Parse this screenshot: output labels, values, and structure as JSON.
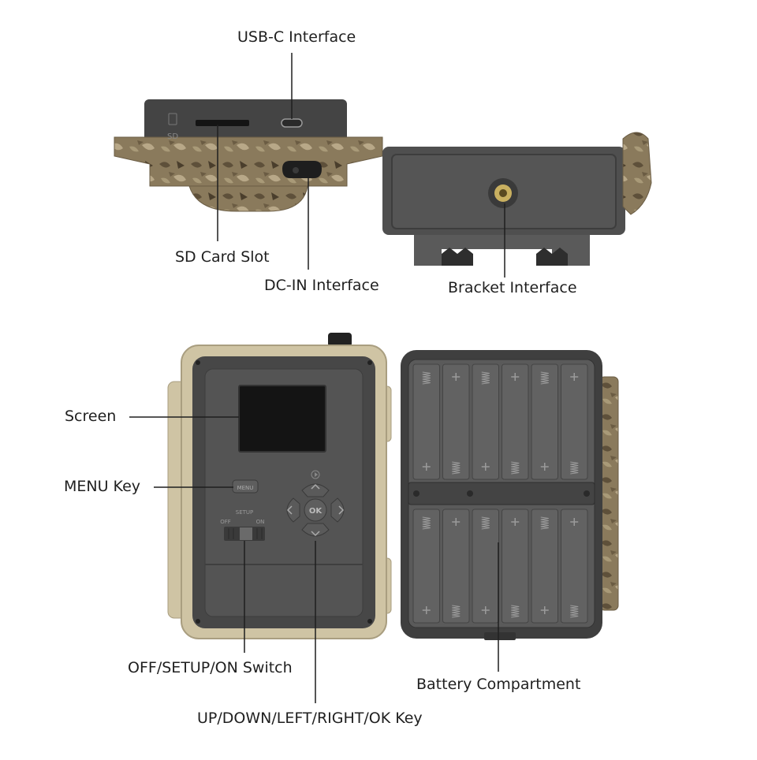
{
  "labels": {
    "usbc": "USB-C Interface",
    "sd": "SD Card Slot",
    "dcin": "DC-IN Interface",
    "bracket": "Bracket Interface",
    "screen": "Screen",
    "menu": "MENU Key",
    "switch": "OFF/SETUP/ON Switch",
    "battery": "Battery Compartment",
    "keys": "UP/DOWN/LEFT/RIGHT/OK Key"
  },
  "device_marks": {
    "sd_mark": "SD",
    "menu_button": "MENU",
    "setup_text": "SETUP",
    "off_text": "OFF",
    "on_text": "ON",
    "ok_button": "OK"
  },
  "colors": {
    "device_body": "#4f4f4f",
    "device_dark": "#3a3a3a",
    "frame_tan": "#cfc4a4",
    "camo_base": "#8a7a5c",
    "screen": "#141414",
    "leader_line": "#1f1f1f"
  }
}
